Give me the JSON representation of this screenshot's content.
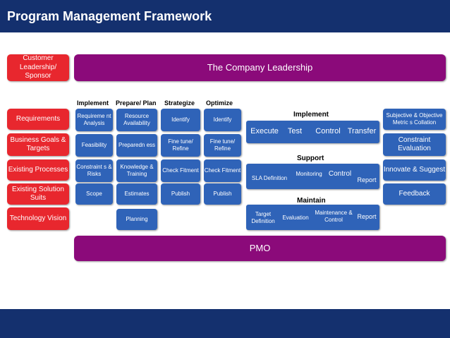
{
  "title": "Program Management Framework",
  "leadership": "The Company Leadership",
  "pmo": "PMO",
  "left_inputs": {
    "sponsor": "Customer Leadership/ Sponsor",
    "items": [
      "Requirements",
      "Business Goals & Targets",
      "Existing Processes",
      "Existing Solution Suits",
      "Technology Vision"
    ]
  },
  "phases": {
    "implement": "Implement",
    "prepare": "Prepare/ Plan",
    "strategize": "Strategize",
    "optimize": "Optimize"
  },
  "grid": {
    "implement": [
      "Requireme nt Analysis",
      "Feasibility",
      "Constraint s & Risks",
      "Scope"
    ],
    "prepare": [
      "Resource Availability",
      "Preparedn ess",
      "Knowledge & Training",
      "Estimates",
      "Planning"
    ],
    "strategize": [
      "Identify",
      "Fine tune/ Refine",
      "Check Fitment",
      "Publish"
    ],
    "optimize": [
      "Identify",
      "Fine tune/ Refine",
      "Check Fitment",
      "Publish"
    ]
  },
  "operations": {
    "implement": {
      "title": "Implement",
      "items": [
        "Execute",
        "Test",
        "Control",
        "Transfer"
      ]
    },
    "support": {
      "title": "Support",
      "items": [
        "SLA Definition",
        "Monitoring",
        "Control",
        "Report"
      ]
    },
    "maintain": {
      "title": "Maintain",
      "items": [
        "Target Definition",
        "Evaluation",
        "Maintenance & Control",
        "Report"
      ]
    }
  },
  "right_outputs": [
    "Subjective & Objective Metric s Collation",
    "Constraint Evaluation",
    "Innovate & Suggest",
    "Feedback"
  ]
}
